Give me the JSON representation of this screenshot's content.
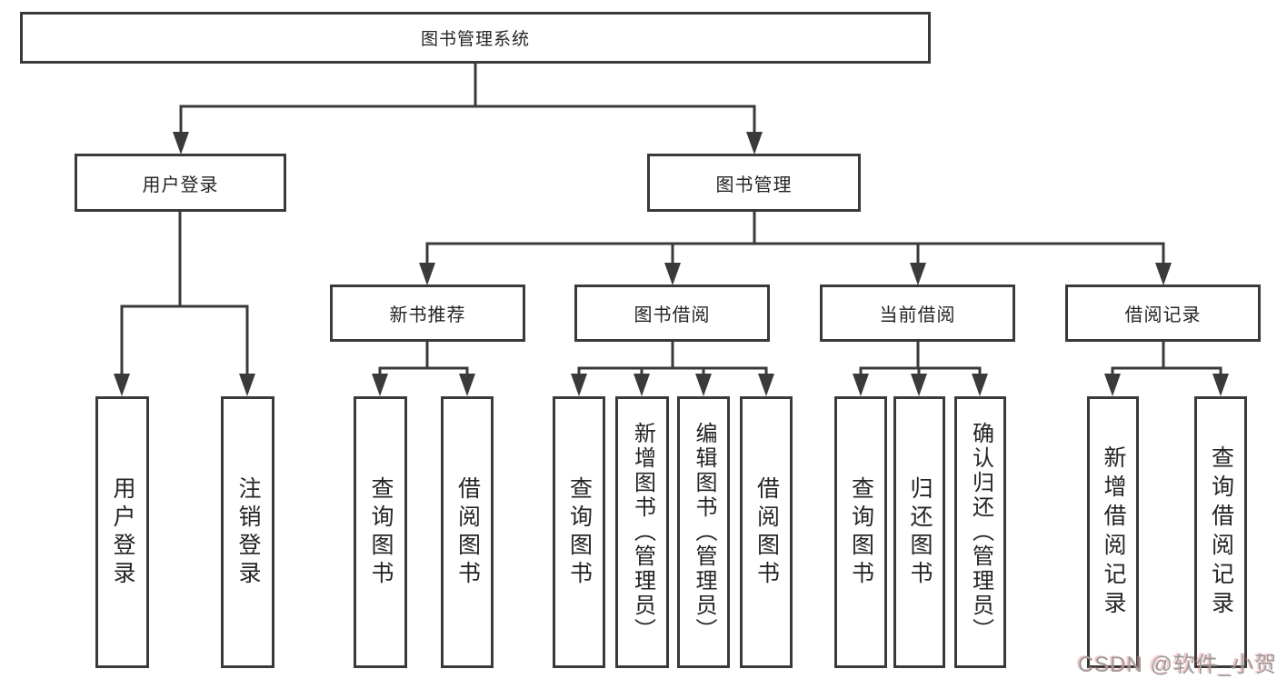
{
  "diagram": {
    "root": "图书管理系统",
    "level1": {
      "user_login": "用户登录",
      "book_mgmt": "图书管理"
    },
    "level2": {
      "new_books": "新书推荐",
      "book_borrow": "图书借阅",
      "current_borrow": "当前借阅",
      "borrow_records": "借阅记录"
    },
    "leaves": {
      "user_login": [
        "用户登录",
        "注销登录"
      ],
      "new_books": [
        "查询图书",
        "借阅图书"
      ],
      "book_borrow": [
        "查询图书",
        "新增图书（管理员）",
        "编辑图书（管理员）",
        "借阅图书"
      ],
      "current_borrow": [
        "查询图书",
        "归还图书",
        "确认归还（管理员）"
      ],
      "borrow_records": [
        "新增借阅记录",
        "查询借阅记录"
      ]
    }
  },
  "watermark": "CSDN @软件_小贺同学",
  "colors": {
    "line": "#3a3a3a",
    "text": "#242424",
    "watermark": "#9c9c9c"
  }
}
